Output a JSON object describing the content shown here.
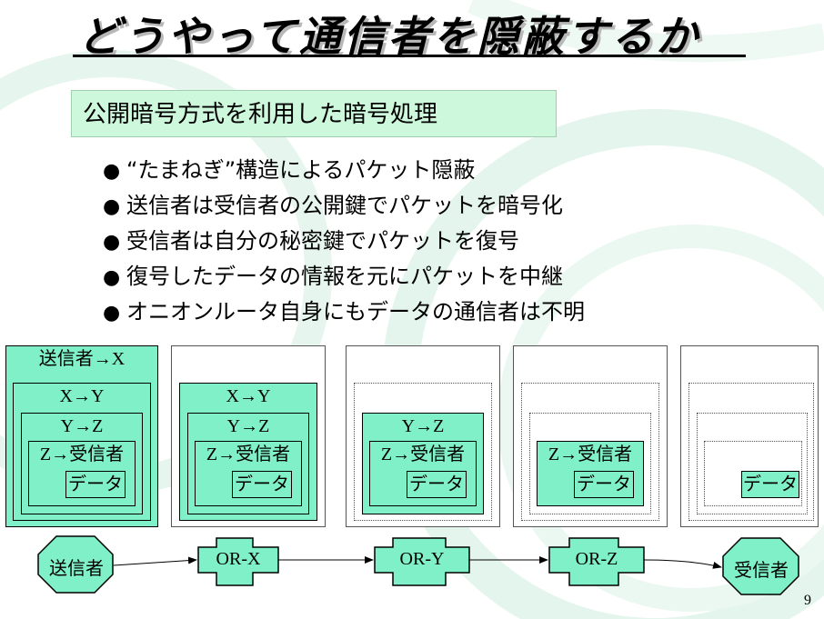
{
  "title": "どうやって通信者を隠蔽するか",
  "subtitle": "公開暗号方式を利用した暗号処理",
  "bullet_mark": "●",
  "bullets": [
    "“たまねぎ”構造によるパケット隠蔽",
    "送信者は受信者の公開鍵でパケットを暗号化",
    "受信者は自分の秘密鍵でパケットを復号",
    "復号したデータの情報を元にパケットを中継",
    "オニオンルータ自身にもデータの通信者は不明"
  ],
  "packets": [
    {
      "outer": "送信者→X",
      "l1": "X→Y",
      "l2": "Y→Z",
      "l3": "Z→受信者",
      "data": "データ"
    },
    {
      "l1": "X→Y",
      "l2": "Y→Z",
      "l3": "Z→受信者",
      "data": "データ"
    },
    {
      "l2": "Y→Z",
      "l3": "Z→受信者",
      "data": "データ"
    },
    {
      "l3": "Z→受信者",
      "data": "データ"
    },
    {
      "data": "データ"
    }
  ],
  "nodes": {
    "sender": "送信者",
    "or_x": "OR-X",
    "or_y": "OR-Y",
    "or_z": "OR-Z",
    "receiver": "受信者"
  },
  "colors": {
    "layer_fill": "#80f0c8",
    "subtitle_fill": "#cdf8dc",
    "decoration": "#dff3ea"
  },
  "page_number": "9"
}
